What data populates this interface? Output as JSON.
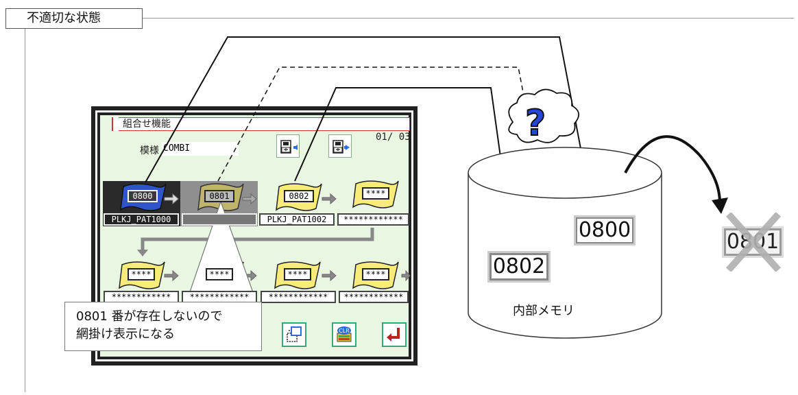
{
  "section_tag": "不適切な状態",
  "panel": {
    "title": "組合せ機能",
    "page": "01/ 03",
    "pattern_label": "模様",
    "pattern_name": "COMBI",
    "row1": [
      {
        "number": "0800",
        "caption": "PLKJ_PAT1000",
        "state": "selected"
      },
      {
        "number": "0801",
        "caption": "",
        "state": "disabled"
      },
      {
        "number": "0802",
        "caption": "PLKJ_PAT1002",
        "state": "normal"
      },
      {
        "number": "****",
        "caption": "************",
        "state": "normal"
      }
    ],
    "row2": [
      {
        "number": "****",
        "caption": "************"
      },
      {
        "number": "****",
        "caption": "************"
      },
      {
        "number": "****",
        "caption": "************"
      },
      {
        "number": "****",
        "caption": "************"
      }
    ],
    "bottom_buttons": [
      "copy-icon",
      "clr-icon",
      "enter-icon"
    ],
    "clr_label": "CLR"
  },
  "callout": {
    "line1": "0801 番が存在しないので",
    "line2": "網掛け表示になる"
  },
  "memory": {
    "label": "内部メモリ",
    "items": [
      "0800",
      "0802"
    ],
    "missing": "0801",
    "question": "?"
  },
  "colors": {
    "screen_bg": "#e9f6e1",
    "flag_yellow": "#f7ec7a",
    "flag_blue": "#2f55c8",
    "question_blue": "#2546d8",
    "cross_gray": "#b0b0b0"
  }
}
